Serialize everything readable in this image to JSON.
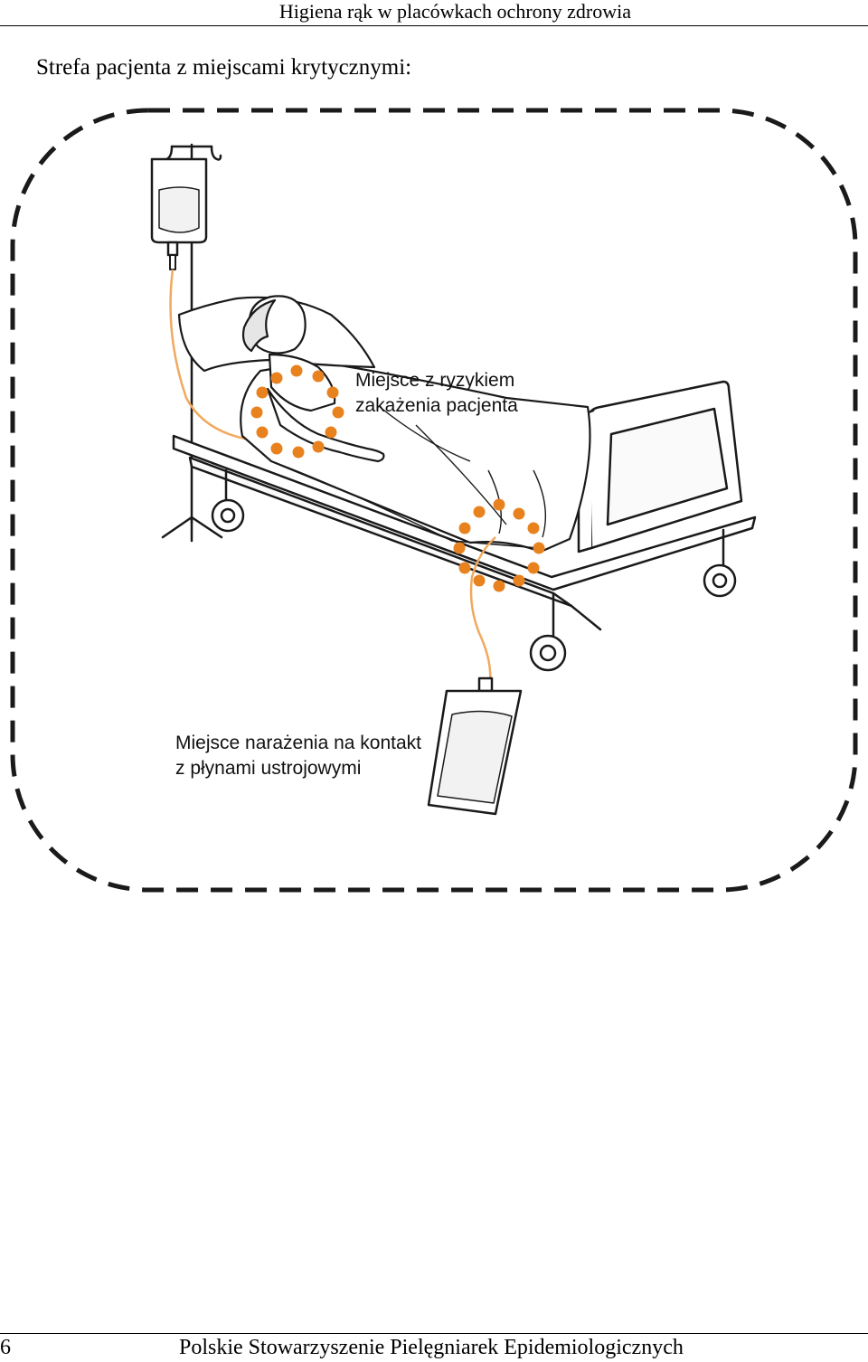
{
  "header": {
    "running_title": "Higiena rąk w placówkach ochrony zdrowia"
  },
  "section": {
    "title": "Strefa pacjenta z miejscami krytycznymi:"
  },
  "figure": {
    "labels": {
      "infection_risk": [
        "Miejsce z ryzykiem",
        "zakażenia pacjenta"
      ],
      "fluid_exposure": [
        "Miejsce narażenia na kontakt",
        "z płynami ustrojowymi"
      ]
    },
    "colors": {
      "marker": "#E8821E",
      "line": "#1a1a1a",
      "zone_border": "#1a1a1a",
      "tube": "#F0A95E"
    },
    "icons": [
      "iv-drip-bag-icon",
      "hospital-bed-icon",
      "patient-icon",
      "urine-bag-icon",
      "critical-site-marker-icon"
    ]
  },
  "footer": {
    "page_number": "6",
    "organization": "Polskie Stowarzyszenie Pielęgniarek Epidemiologicznych"
  }
}
